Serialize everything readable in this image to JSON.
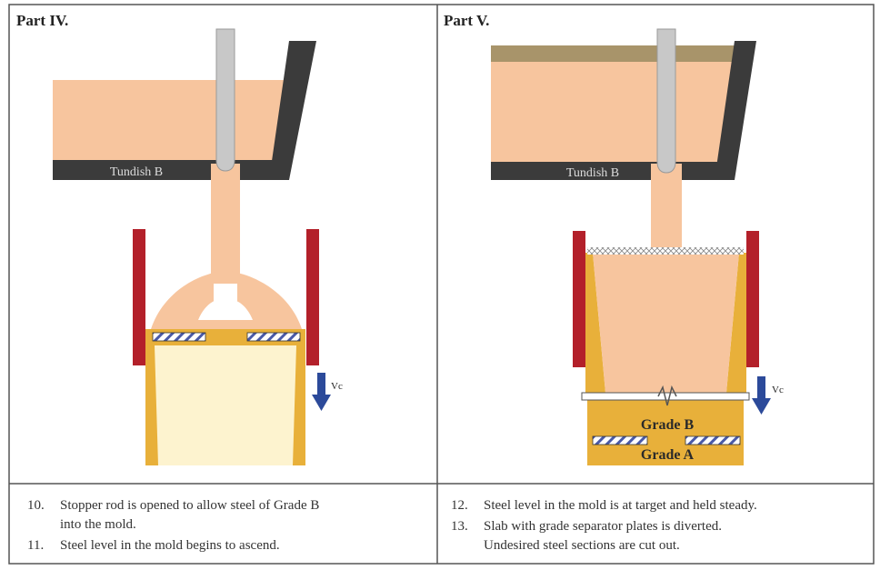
{
  "panels": [
    {
      "title": "Part IV.",
      "tundish_label": "Tundish B",
      "velocity_label": "Vc",
      "steps": [
        {
          "num": "10.",
          "lines": [
            "Stopper rod is opened to allow steel of Grade B",
            "into the mold."
          ]
        },
        {
          "num": "11.",
          "lines": [
            "Steel level in the mold begins to ascend."
          ]
        }
      ]
    },
    {
      "title": "Part V.",
      "tundish_label": "Tundish B",
      "velocity_label": "Vc",
      "grade_upper": "Grade B",
      "grade_lower": "Grade A",
      "steps": [
        {
          "num": "12.",
          "lines": [
            "Steel level in the mold is at target and held steady."
          ]
        },
        {
          "num": "13.",
          "lines": [
            "Slab with grade separator plates is diverted.",
            "Undesired steel sections are cut out."
          ]
        }
      ]
    }
  ],
  "colors": {
    "steel_liquid": "#f7c59e",
    "tundish_wall": "#3b3b3b",
    "stopper_rod": "#c8c8c8",
    "mold_copper": "#b3202a",
    "solid_shell": "#e8b03a",
    "cold_slab": "#fdf3cf",
    "arrow": "#2c4a9a",
    "lid": "#a8946a"
  }
}
